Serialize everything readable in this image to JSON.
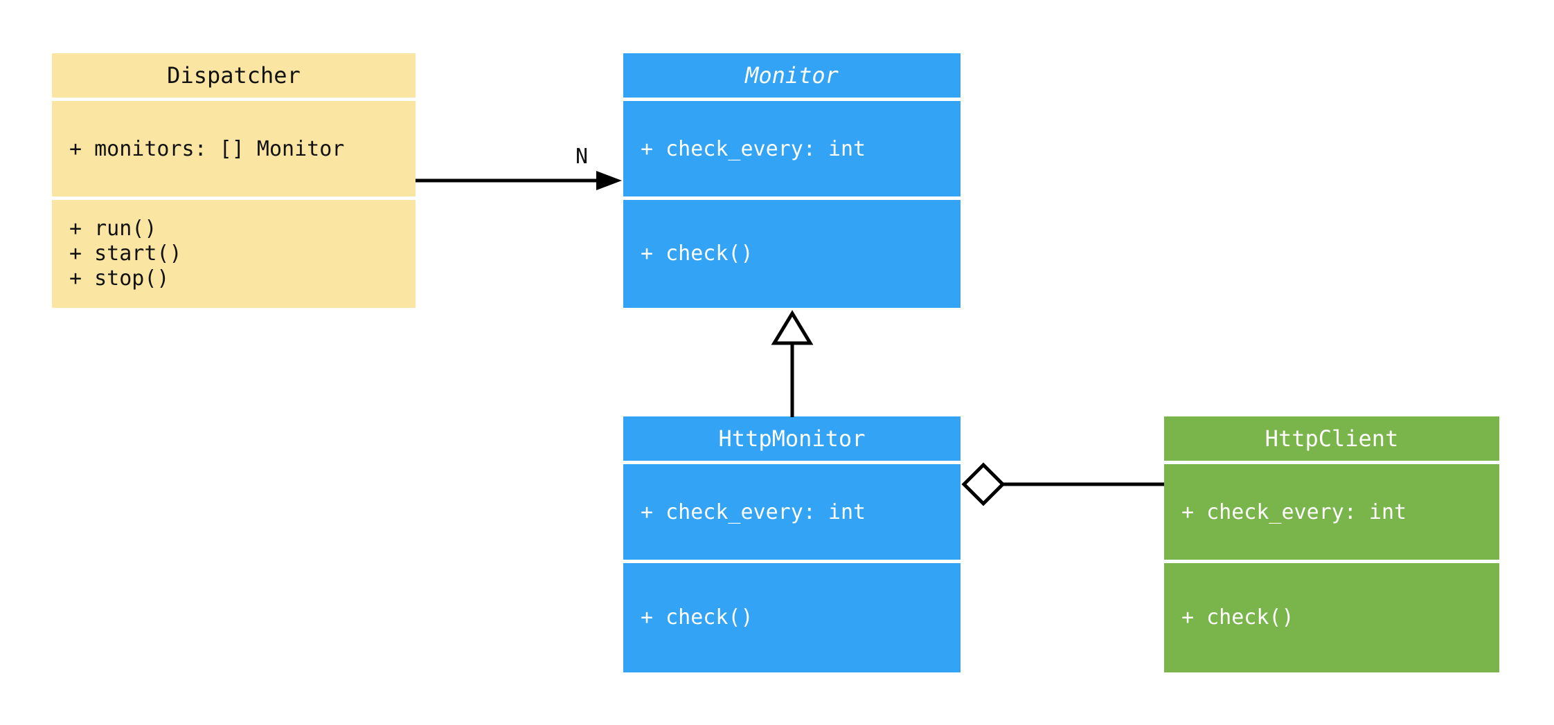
{
  "diagram": {
    "type": "uml-class-diagram",
    "classes": [
      {
        "name": "Dispatcher",
        "abstract": false,
        "attributes": [
          "+ monitors: [] Monitor"
        ],
        "methods": [
          "+ run()",
          "+ start()",
          "+ stop()"
        ],
        "fill_color": "#FBE5A3",
        "text_color": "#111111"
      },
      {
        "name": "Monitor",
        "abstract": true,
        "attributes": [
          "+ check_every: int"
        ],
        "methods": [
          "+ check()"
        ],
        "fill_color": "#32A3F5",
        "text_color": "#FFFFFF"
      },
      {
        "name": "HttpMonitor",
        "abstract": false,
        "attributes": [
          "+ check_every: int"
        ],
        "methods": [
          "+ check()"
        ],
        "fill_color": "#32A3F5",
        "text_color": "#FFFFFF"
      },
      {
        "name": "HttpClient",
        "abstract": false,
        "attributes": [
          "+ check_every: int"
        ],
        "methods": [
          "+ check()"
        ],
        "fill_color": "#7AB54B",
        "text_color": "#FFFFFF"
      }
    ],
    "relationships": [
      {
        "type": "association",
        "from": "Dispatcher",
        "to": "Monitor",
        "label": "N"
      },
      {
        "type": "inheritance",
        "from": "HttpMonitor",
        "to": "Monitor",
        "label": ""
      },
      {
        "type": "aggregation",
        "from": "HttpMonitor",
        "to": "HttpClient",
        "label": ""
      }
    ],
    "colors": {
      "background": "#FFFFFF",
      "connector_line": "#000000",
      "divider": "#FFFFFF",
      "dispatcher_fill": "#FBE5A3",
      "monitor_fill": "#32A3F5",
      "http_client_fill": "#7AB54B"
    }
  }
}
